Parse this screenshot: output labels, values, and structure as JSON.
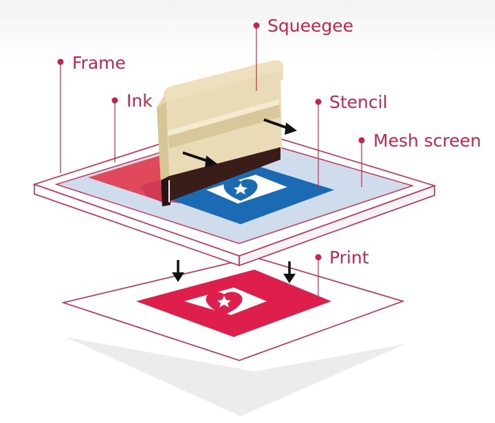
{
  "labels": {
    "squeegee": "Squeegee",
    "frame": "Frame",
    "ink": "Ink",
    "stencil": "Stencil",
    "mesh_screen": "Mesh screen",
    "print": "Print"
  },
  "colors": {
    "accent": "#c8244a",
    "frame_stroke": "#d0244a",
    "mesh": "#cfdcec",
    "stencil_blue": "#1a6bb3",
    "ink_red": "#e0485b",
    "print_red": "#de1f4b",
    "squeegee_wood": "#ece0bf",
    "squeegee_rubber": "#3a1c18"
  },
  "icons": {
    "stencil_logo": "heart-star-logo-icon",
    "print_logo": "heart-star-logo-icon",
    "press_arrows": "arrow-icon",
    "drop_arrows": "arrow-down-icon"
  }
}
